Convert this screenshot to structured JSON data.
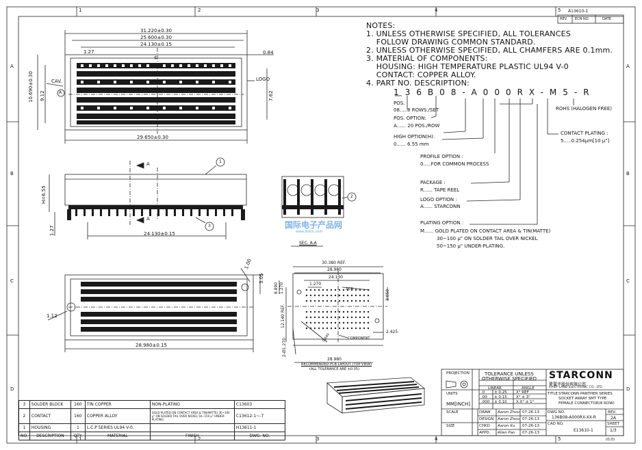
{
  "doc_number_top": "A13610-1",
  "grid": {
    "cols": [
      "1",
      "2",
      "3",
      "4",
      "5"
    ],
    "rows": [
      "A",
      "B",
      "C",
      "D"
    ]
  },
  "revision": {
    "headers": [
      "REV.",
      "ECN NO.",
      "DATE"
    ]
  },
  "notes": {
    "title": "NOTES:",
    "lines": [
      "1. UNLESS OTHERWISE SPECIFIED, ALL TOLERANCES",
      "    FOLLOW DRAWING COMMON STANDARD.",
      "2. UNLESS OTHERWISE SPECIFIED, ALL CHAMFERS ARE 0.1mm.",
      "3. MATERIAL OF COMPONENTS:",
      "    HOUSING: HIGH TEMPERATURE PLASTIC UL94 V-0",
      "    CONTACT: COPPER ALLOY.",
      "4. PART NO. DESCRIPTION:"
    ]
  },
  "part_number": "136B08-A000RX-M5-R",
  "part_desc": {
    "pos": "POS.",
    "pos_val": "08.....8 ROWS./SET",
    "pos_option": "POS. OPTION:",
    "pos_option_val": "A...... 20 POS./ROW",
    "high_option": "HIGH OPTION(H):",
    "high_option_val": "0...... 6.55 mm",
    "profile_option": "PROFILE OPTION :",
    "profile_option_val": "0.....FOR COMMON PROCESS",
    "package": "PACKAGE :",
    "package_val": "R...... TAPE REEL",
    "logo_option": "LOGO OPTION :",
    "logo_option_val": "A...... STARCONN",
    "plating_option": "PLATING OPTION :",
    "plating_val_1": "M...... GOLD PLATED ON CONTACT AREA & TIN(MATTE)",
    "plating_val_2": "30~100 µ\" ON SOLDER TAIL OVER NICKEL",
    "plating_val_3": "50~150 µ\" UNDER-PLATING.",
    "rohs": "ROHS (HALOGEN FREE)",
    "contact_plating": "CONTACT PLATING :",
    "contact_plating_val": "5.....0.254µm[10 µ\"]"
  },
  "top_view": {
    "dim_31220": "31.220±0.30",
    "dim_25600": "25.600±0.30",
    "dim_24130": "24.130±0.15",
    "dim_127": "1.27",
    "dim_084": "0.84",
    "dim_10690": "10.690±0.30",
    "dim_912": "9.12",
    "dim_762": "7.62",
    "dim_29650": "29.650±0.30",
    "cav": "CAV.",
    "logo": "LOGO",
    "marker_a": "A",
    "centerline": "¢"
  },
  "side_view": {
    "section": "A",
    "height": "H=6.55",
    "dim_127": "1.27",
    "dim_24130": "24.130±0.15",
    "balloon_1": "1",
    "balloon_3": "3"
  },
  "section_aa": {
    "label": "SEC. A-A",
    "balloon_2": "2"
  },
  "bottom_view": {
    "dim_100": "1.00",
    "dim_305": "3.05",
    "dim_112": "1.12",
    "dim_28980": "28.980±0.15"
  },
  "pcb_layout": {
    "dim_30380": "30.380 REF.",
    "dim_28980": "28.980",
    "dim_24130": "24.130",
    "dim_1270a": "1.270",
    "dim_8890": "8.890",
    "dim_1270b": "1.270",
    "dim_12140": "12.140 REF.",
    "dim_3050": "3.050",
    "dim_2425": "2.425",
    "dim_0640": "0.640",
    "dim_holes": "2-Ø1.270",
    "dim_28980b": "28.980",
    "pcb": "PCB",
    "component": "COMPONENT",
    "caption_1": "RECOMMENDED PCB LAYOUT (TOP VIEW)",
    "caption_2": "(ALL TOLERANCE ARE ±0.05)"
  },
  "bom": {
    "rows": [
      {
        "no": "3",
        "desc": "SOLDER BLOCK",
        "qty": "160",
        "material": "TIN COPPER",
        "finish": "NON-PLATING",
        "dwg": "C13603"
      },
      {
        "no": "2",
        "desc": "CONTACT",
        "qty": "160",
        "material": "COPPER ALLOY",
        "finish": "GOLD PLATED ON CONTACT AREA & TIN(MATTE) 30~100 µ\" ON SOLDER TAIL OVER NICKEL 50~150 µ\" UNDER-PLATING.",
        "dwg": "C13612-1~-7"
      },
      {
        "no": "1",
        "desc": "HOUSING",
        "qty": "1",
        "material": "L.C.P SERIES UL94 V-0.",
        "finish": "",
        "dwg": "H13611-1"
      }
    ],
    "headers": {
      "no": "NO.",
      "desc": "DESCRIPTION",
      "qty": "QTY.",
      "material": "MATERIAL",
      "finish": "FINISH",
      "dwg": "DWG. NO."
    }
  },
  "title_block": {
    "projection": "PROJECTION",
    "tol_title_1": "TOLERANCE UNLESS",
    "tol_title_2": "OTHERWISE SPECIFIED",
    "linear": "LINEAR",
    "angle": "ANGLE",
    "units": "UNITS",
    "units_val": "MM[INCH]",
    "tol_rows": [
      {
        "a": ".0",
        "b": "± 0.25",
        "c": "X° REF"
      },
      {
        "a": ".00",
        "b": "± 0.15",
        "c": "X°   ± 3°"
      },
      {
        "a": ".000",
        "b": "± 0.10",
        "c": "X.X°  ± 1°"
      }
    ],
    "scale": "SCALE",
    "size": "SIZE",
    "draw": "DRAW",
    "design": "DESIGN",
    "chkd": "CHKD",
    "appd": "APPD.",
    "draw_name": "Aaron Zhou",
    "design_name": "Aaron Zhou",
    "chkd_name": "Aaron Xu",
    "appd_name": "Allen Pan",
    "date": "07-26-13",
    "company_logo": "STARCONN",
    "company_cn": "星電子股份有限公司",
    "company_en": "CHIEF LAND ELECTRONIC CO., LTD.",
    "title_label": "TITLE",
    "title_1": "STARCONN PANTHER SERIES",
    "title_2": "SOCKET ARRAY SMT TYPE",
    "title_3": "FEMALE CONNECTOR(8 ROW)",
    "dwg_no_label": "DWG NO.",
    "dwg_no": "136B08-A000RX-XX-R",
    "rev_label": "REV.",
    "rev": "2A",
    "cad_label": "CAD NO.",
    "cad_no": "E13610-1",
    "sheet_label": "SHEET",
    "sheet": "1/3",
    "origin": "(0,0)"
  },
  "watermark": {
    "cn": "国际电子产品网",
    "en": "www.ibdcn.com"
  }
}
